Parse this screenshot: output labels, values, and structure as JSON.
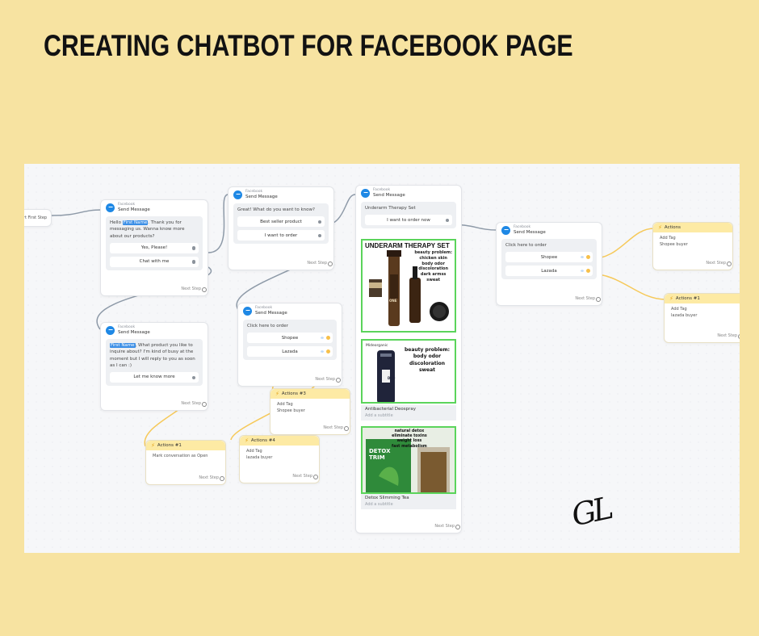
{
  "page_title": "CREATING CHATBOT FOR  FACEBOOK PAGE",
  "signature": "GL",
  "start_label": "rt First Step",
  "common": {
    "channel": "Facebook",
    "node_type": "Send Message",
    "next_step": "Next Step"
  },
  "node_welcome": {
    "pre": "Hello ",
    "first_name": "First Name",
    "post": ". Thank you for messaging us. Wanna know more about our products?",
    "buttons": [
      "Yes, Please!",
      "Chat with me"
    ]
  },
  "node_menu": {
    "text": "Great! What do you want to know?",
    "buttons": [
      "Best seller product",
      "I want to order"
    ]
  },
  "node_order_left": {
    "text": "Click here to order",
    "buttons": [
      "Shopee",
      "Lazada"
    ]
  },
  "node_chat": {
    "first_name": "First Name",
    "text": ", What product you like to inquire about? I'm kind of busy at the moment but I will reply to you as soon as I can :)",
    "button": "Let me know more"
  },
  "node_gallery": {
    "header_text": "Underarm Therapy Set",
    "header_button": "I want to order now",
    "cards": [
      {
        "banner": "UNDERARM THERAPY SET",
        "bullets": [
          "beauty problem:",
          "chicken skin",
          "body odor",
          "discoloration",
          "dark armss",
          "sweat"
        ],
        "label_bottle": "ONE"
      },
      {
        "title": "Antibacterial Deospray",
        "subtitle": "Add a subtitle",
        "logo": "Mideorganic",
        "bullets": [
          "beauty problem:",
          "body odor",
          "discoloration",
          "sweat"
        ],
        "label_bottle": "DEO"
      },
      {
        "title": "Detox Slimming Tea",
        "subtitle": "Add a subtitle",
        "bullets": [
          "natural detox",
          "eliminate toxins",
          "weight loss",
          "fast metabolism"
        ],
        "pack": "DETOX TRIM"
      }
    ]
  },
  "node_order_right": {
    "text": "Click here to order",
    "buttons": [
      "Shopee",
      "Lazada"
    ]
  },
  "actions": {
    "a1": {
      "title": "Actions #1",
      "body": [
        "Mark conversation as Open"
      ]
    },
    "a3": {
      "title": "Actions #3",
      "body": [
        "Add Tag",
        "Shopee buyer"
      ]
    },
    "a4": {
      "title": "Actions #4",
      "body": [
        "Add Tag",
        "lazada buyer"
      ]
    },
    "ar1": {
      "title": "Actions",
      "body": [
        "Add Tag",
        "Shopee buyer"
      ]
    },
    "ar2": {
      "title": "Actions #1",
      "body": [
        "Add Tag",
        "lazada buyer"
      ]
    }
  },
  "colors": {
    "background": "#f7e3a1",
    "canvas": "#f6f7f9",
    "messenger_blue": "#1e88e5",
    "action_yellow": "#fdeaa4",
    "card_border": "#5bd45b"
  }
}
